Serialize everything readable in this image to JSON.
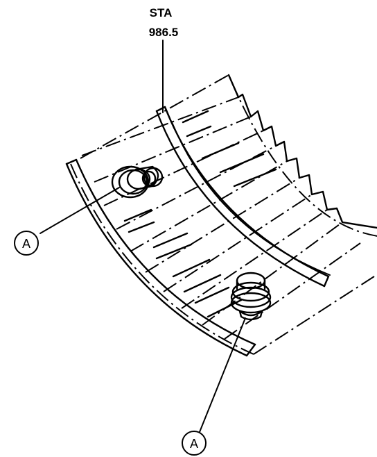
{
  "station": {
    "line1": "STA",
    "line2": "986.5"
  },
  "callouts": [
    {
      "label": "A"
    },
    {
      "label": "A"
    }
  ]
}
